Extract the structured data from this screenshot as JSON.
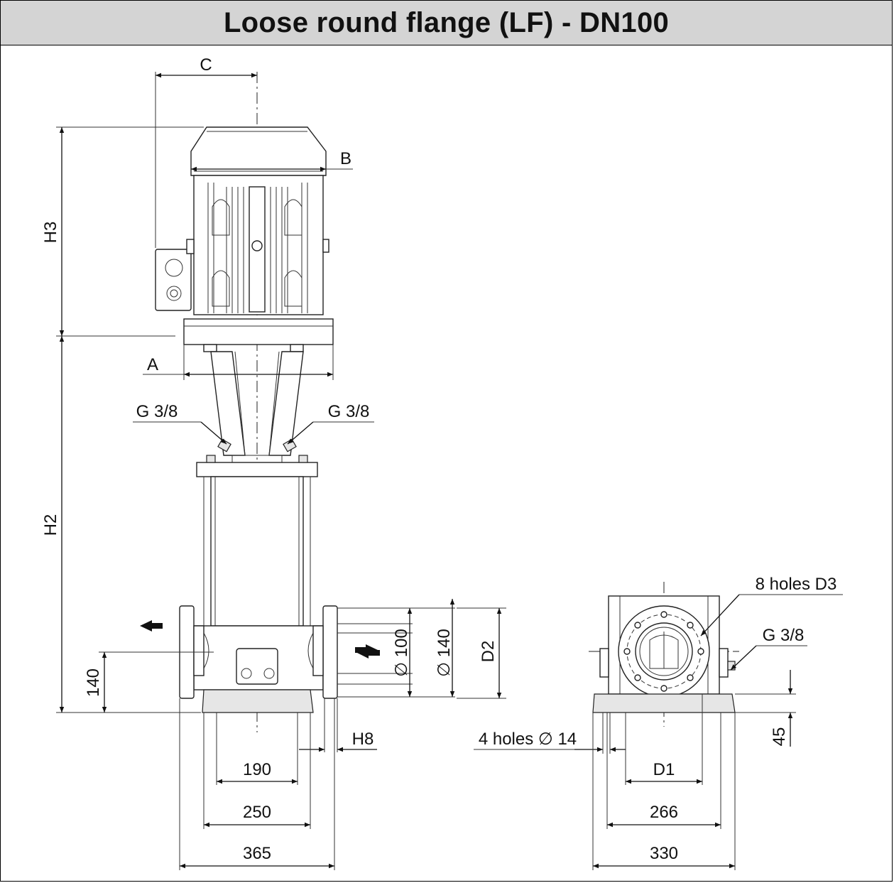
{
  "title": "Loose round flange (LF) - DN100",
  "labels": {
    "c": "C",
    "b": "B",
    "a": "A",
    "h3": "H3",
    "h2": "H2",
    "g38_left": "G 3/8",
    "g38_right": "G 3/8",
    "g38_side": "G 3/8",
    "h8": "H8",
    "d2": "D2",
    "d1": "D1",
    "dia100": "∅ 100",
    "dia140": "∅ 140",
    "v140": "140",
    "v45": "45",
    "holes8": "8 holes D3",
    "holes4": "4 holes ∅ 14",
    "w190": "190",
    "w250": "250",
    "w365": "365",
    "w266": "266",
    "w330": "330"
  }
}
